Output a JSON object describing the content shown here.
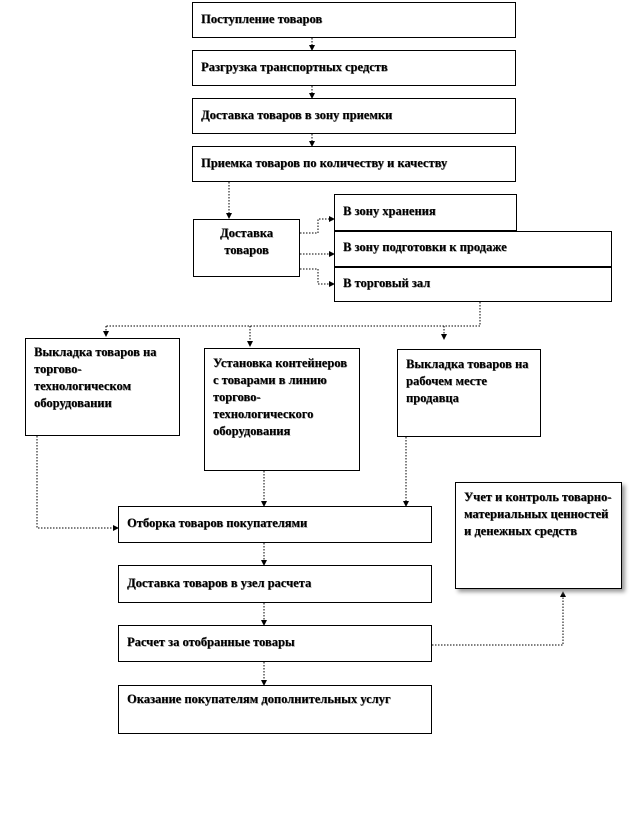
{
  "flow": {
    "receipt": "Поступление товаров",
    "unloading": "Разгрузка  транспортных средств",
    "delivery_to_reception": "Доставка товаров в зону приемки",
    "acceptance": "Приемка товаров по количеству и качеству",
    "delivery": "Доставка товаров",
    "to_storage": "В зону хранения",
    "to_preparation": "В зону подготовки к продаже",
    "to_sales_floor": "В торговый зал",
    "display_on_equipment": "Выкладка товаров на торгово-технологическом оборудовании",
    "container_install": "Установка контейнеров с товарами в линию торгово-технологического оборудования",
    "display_at_workplace": "Выкладка товаров на рабочем месте продавца",
    "selection_by_customers": "Отборка товаров покупателями",
    "delivery_to_checkout": "Доставка товаров в узел расчета",
    "payment": "Расчет за отобранные товары",
    "additional_services": "Оказание покупателям  дополнительных услуг",
    "accounting": "Учет и контроль товарно-материальных ценностей и денежных средств"
  }
}
